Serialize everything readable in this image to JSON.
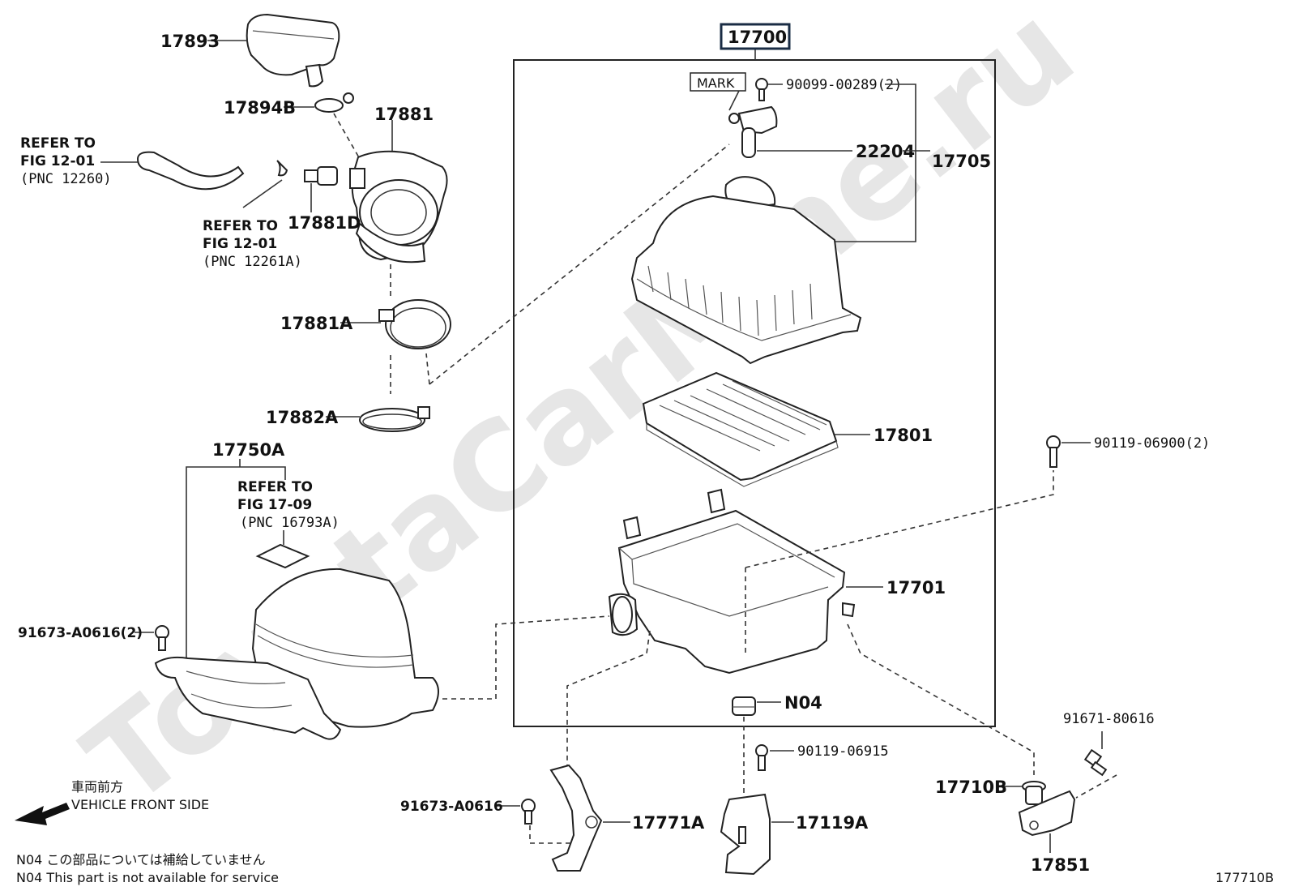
{
  "diagram_number": "177710B",
  "watermark": "ToyotaCarMine.ru",
  "labels": {
    "p17700": "17700",
    "p17893": "17893",
    "p17894B": "17894B",
    "p17881": "17881",
    "p17881D": "17881D",
    "p17881A": "17881A",
    "p17882A": "17882A",
    "p17750A": "17750A",
    "p91673_2": "91673-A0616(2)",
    "p91673": "91673-A0616",
    "p90099": "90099-00289(2)",
    "p22204": "22204",
    "p17705": "17705",
    "p17801": "17801",
    "p90119_2": "90119-06900(2)",
    "p17701": "17701",
    "pN04": "N04",
    "p90119_15": "90119-06915",
    "p17771A": "17771A",
    "p17119A": "17119A",
    "p91671": "91671-80616",
    "p17710B": "17710B",
    "p17851": "17851",
    "mark": "MARK"
  },
  "refs": {
    "r1": [
      "REFER TO",
      "FIG 12-01",
      "(PNC 12260)"
    ],
    "r2": [
      "REFER TO",
      "FIG 12-01",
      "(PNC 12261A)"
    ],
    "r3": [
      "REFER TO",
      "FIG 17-09",
      "(PNC 16793A)"
    ]
  },
  "footer": {
    "front_jp": "車両前方",
    "front_en": "VEHICLE FRONT SIDE",
    "n04_jp": "N04  この部品については補給していません",
    "n04_en": "N04  This part is not available for service"
  }
}
